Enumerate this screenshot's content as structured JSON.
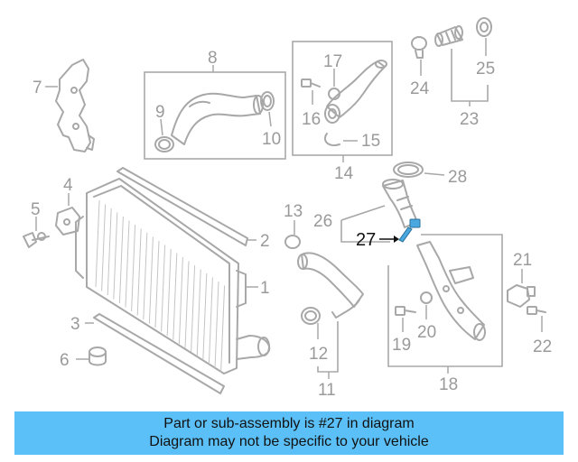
{
  "diagram": {
    "highlighted_part": "27",
    "highlight_color": "#4aa8e0",
    "callouts": {
      "p1": "1",
      "p2": "2",
      "p3": "3",
      "p4": "4",
      "p5": "5",
      "p6": "6",
      "p7": "7",
      "p8": "8",
      "p9": "9",
      "p10": "10",
      "p11": "11",
      "p12": "12",
      "p13": "13",
      "p14": "14",
      "p15": "15",
      "p16": "16",
      "p17": "17",
      "p18": "18",
      "p19": "19",
      "p20": "20",
      "p21": "21",
      "p22": "22",
      "p23": "23",
      "p24": "24",
      "p25": "25",
      "p26": "26",
      "p27": "27",
      "p28": "28"
    }
  },
  "banner": {
    "line1": "Part or sub-assembly is #27 in diagram",
    "line2": "Diagram may not be specific to your vehicle",
    "background": "#5bc0f8"
  }
}
